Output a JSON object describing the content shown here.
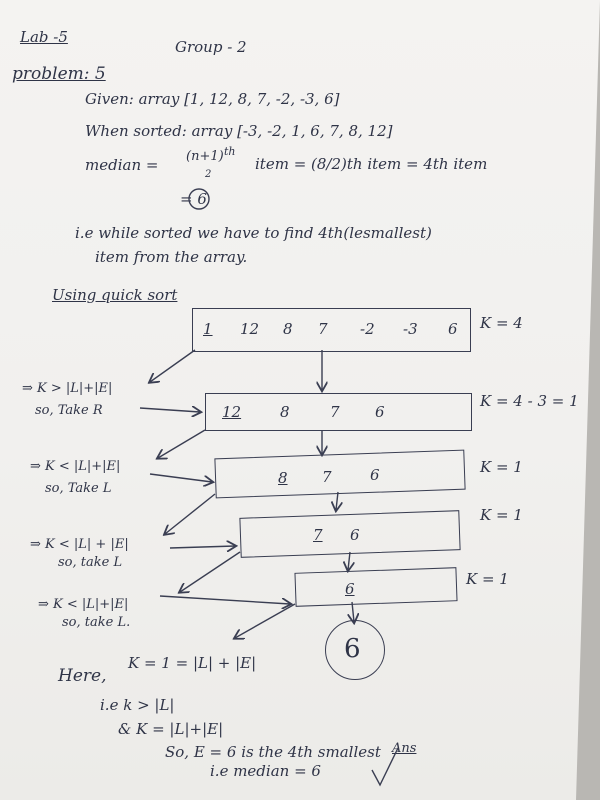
{
  "header": {
    "lab": "Lab -5",
    "group": "Group - 2",
    "problem": "problem: 5"
  },
  "given": {
    "line1": "Given: array [1, 12, 8, 7, -2, -3, 6]",
    "line2": "When sorted: array [-3, -2, 1, 6, 7, 8, 12]",
    "median_label": "median =",
    "median_frac": "(n+1)",
    "median_frac_sup": "th",
    "median_denom": "2",
    "median_rest": "item = (8/2)th item = 4th item",
    "equals_six": "= 6",
    "ie_line1": "i.e while sorted we have to find 4th(lesmallest)",
    "ie_line2": "item from the array."
  },
  "quicksort": {
    "heading": "Using quick sort",
    "row1": {
      "items": [
        "1",
        "12",
        "8",
        "7",
        "-2",
        "-3",
        "6"
      ],
      "k": "K = 4"
    },
    "row2": {
      "items": [
        "12",
        "8",
        "7",
        "6"
      ],
      "k": "K = 4 - 3 = 1"
    },
    "row3": {
      "items": [
        "8",
        "7",
        "6"
      ],
      "k": "K = 1"
    },
    "row4": {
      "items": [
        "7",
        "6"
      ],
      "k": "K = 1"
    },
    "row5": {
      "items": [
        "6"
      ],
      "k": "K = 1"
    },
    "result": "6"
  },
  "annotations": [
    {
      "cond": "⇒ K > |L|+|E|",
      "take": "so, Take R"
    },
    {
      "cond": "⇒ K < |L|+|E|",
      "take": "so, Take L"
    },
    {
      "cond": "⇒ K < |L| + |E|",
      "take": "so, take L"
    },
    {
      "cond": "⇒ K < |L|+|E|",
      "take": "so, take L."
    }
  ],
  "conclusion": {
    "here": "Here,",
    "k_eq": "K = 1 = |L| + |E|",
    "ie": "i.e k > |L|",
    "and": "& K = |L|+|E|",
    "so": "So, E = 6 is the 4th smallest",
    "median": "i.e median = 6",
    "ans": "Ans"
  }
}
